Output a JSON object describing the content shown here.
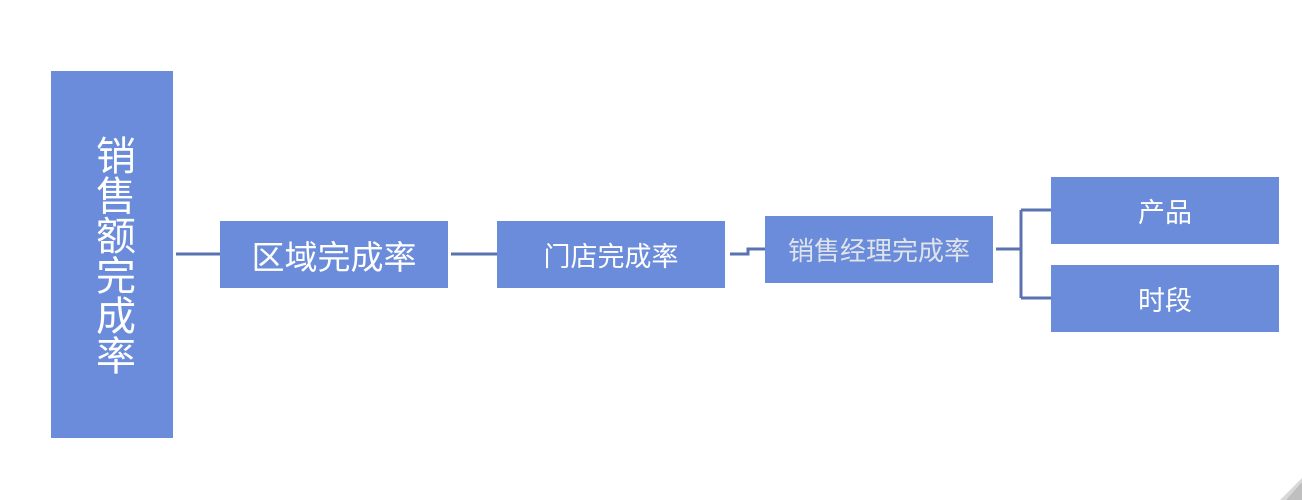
{
  "diagram": {
    "root": {
      "label": "销售额完成率"
    },
    "nodes": [
      {
        "id": "region",
        "label": "区域完成率"
      },
      {
        "id": "store",
        "label": "门店完成率"
      },
      {
        "id": "manager",
        "label": "销售经理完成率"
      },
      {
        "id": "product",
        "label": "产品"
      },
      {
        "id": "time",
        "label": "时段"
      }
    ],
    "colors": {
      "node_fill": "#6b8cdb",
      "connector": "#5a72b0",
      "text": "#ffffff"
    }
  },
  "corner_icon": "page-curl-icon"
}
